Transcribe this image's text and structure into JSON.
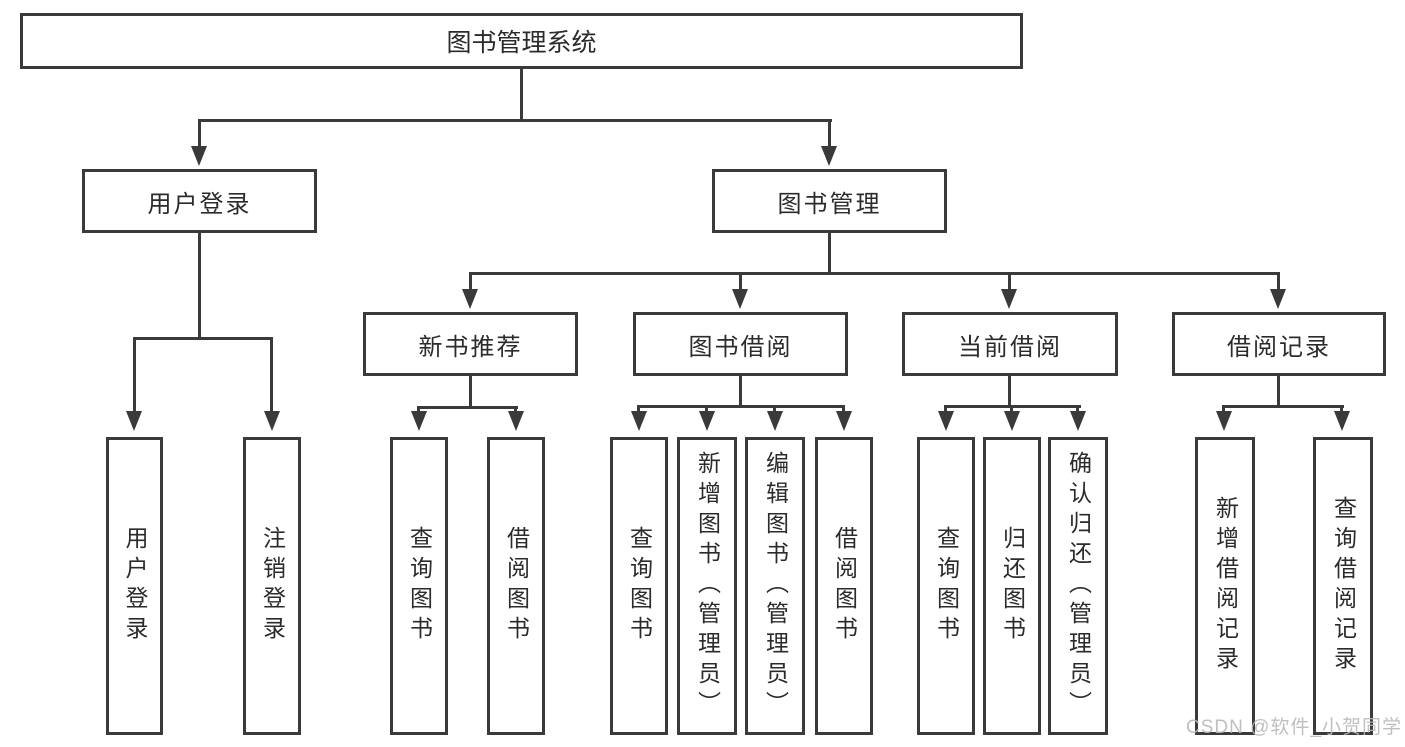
{
  "diagram": {
    "title": "图书管理系统",
    "root": "图书管理系统",
    "level2": [
      "用户登录",
      "图书管理"
    ],
    "level3": [
      "新书推荐",
      "图书借阅",
      "当前借阅",
      "借阅记录"
    ],
    "leaves": [
      "用户登录",
      "注销登录",
      "查询图书",
      "借阅图书",
      "查询图书",
      "新增图书（管理员）",
      "编辑图书（管理员）",
      "借阅图书",
      "查询图书",
      "归还图书",
      "确认归还（管理员）",
      "新增借阅记录",
      "查询借阅记录"
    ],
    "structure": {
      "图书管理系统": {
        "用户登录": [
          "用户登录",
          "注销登录"
        ],
        "图书管理": {
          "新书推荐": [
            "查询图书",
            "借阅图书"
          ],
          "图书借阅": [
            "查询图书",
            "新增图书（管理员）",
            "编辑图书（管理员）",
            "借阅图书"
          ],
          "当前借阅": [
            "查询图书",
            "归还图书",
            "确认归还（管理员）"
          ],
          "借阅记录": [
            "新增借阅记录",
            "查询借阅记录"
          ]
        }
      }
    }
  },
  "watermark": "CSDN @软件_小贺同学",
  "colors": {
    "line": "#3a3a3a",
    "ink": "#2b2b2b",
    "wm": "#b9b9b9",
    "bg": "#ffffff"
  }
}
